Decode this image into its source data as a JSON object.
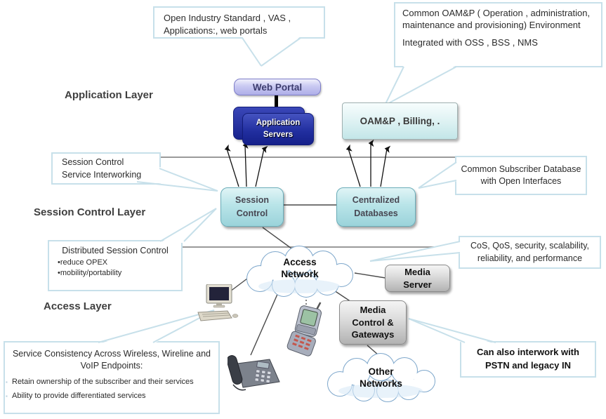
{
  "layers": {
    "application": "Application Layer",
    "session": "Session Control Layer",
    "access": "Access Layer"
  },
  "nodes": {
    "web_portal": "Web Portal",
    "app_servers": "Application\nServers",
    "oamp": "OAM&P , Billing, .",
    "session_control": "Session\nControl",
    "centralized_db": "Centralized\nDatabases",
    "access_network": "Access\nNetwork",
    "media_server": "Media\nServer",
    "media_control": "Media\nControl &\nGateways",
    "other_networks": "Other\nNetworks"
  },
  "callouts": {
    "open_industry": {
      "line1": "Open Industry Standard , VAS ,",
      "line2": "Applications:, web portals"
    },
    "oamp_env": {
      "para1": "Common OAM&P ( Operation , administration, maintenance and provisioning) Environment",
      "para2": "Integrated with OSS , BSS , NMS"
    },
    "session_control": {
      "line1": "Session Control",
      "line2": "Service Interworking"
    },
    "subscriber_db": {
      "text": "Common Subscriber Database\nwith Open Interfaces"
    },
    "distributed": {
      "title": "Distributed Session Control",
      "bullets": [
        "reduce OPEX",
        "mobility/portability"
      ]
    },
    "cos": {
      "text": "CoS, QoS, security, scalability,\nreliability, and performance"
    },
    "service_consistency": {
      "title": "Service Consistency Across Wireless, Wireline and\nVoIP Endpoints:",
      "bullets": [
        "Retain ownership of the subscriber and their services",
        "Ability to provide differentiated services"
      ]
    },
    "pstn": {
      "text": "Can  also interwork with\nPSTN  and  legacy IN"
    }
  },
  "icons": {
    "devices": [
      "desktop-computer",
      "mobile-phone",
      "desk-phone"
    ],
    "clouds": [
      "access-network",
      "other-networks"
    ]
  },
  "colors": {
    "teal_box": "#9bd3da",
    "teal_box_border": "#6aacb8",
    "dark_blue_box": "#222fa0",
    "lavender_box": "#c9c9f2",
    "oamp_box": "#d9eff0",
    "gray_box": "#c9c9c9",
    "callout_border": "#c7e0ea",
    "cloud_outline": "#7fa8cc",
    "layer_label_text": "#3f3f3f",
    "divider_line": "#9a9a9a"
  }
}
